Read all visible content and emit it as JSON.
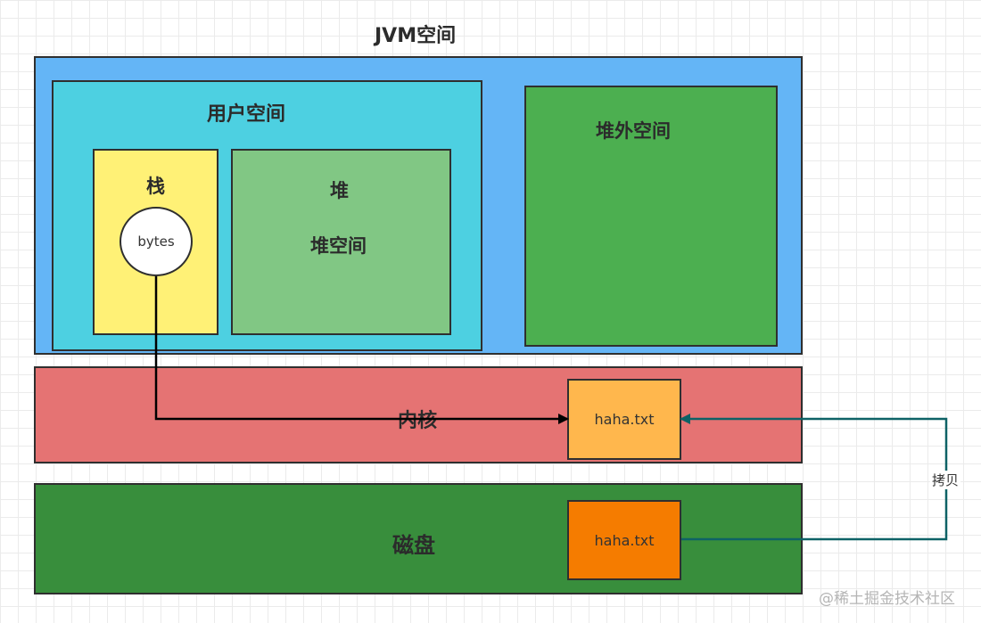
{
  "title": "JVM空间",
  "user_space": {
    "label": "用户空间",
    "stack": {
      "label": "栈",
      "bytes_label": "bytes"
    },
    "heap": {
      "label": "堆",
      "sublabel": "堆空间"
    }
  },
  "off_heap": {
    "label": "堆外空间"
  },
  "kernel": {
    "label": "内核",
    "file": "haha.txt"
  },
  "disk": {
    "label": "磁盘",
    "file": "haha.txt"
  },
  "copy_label": "拷贝",
  "watermark": "@稀土掘金技术社区",
  "colors": {
    "jvm": "#64b5f6",
    "user_space": "#4dd0e1",
    "stack": "#fff176",
    "heap": "#81c784",
    "off_heap": "#4caf50",
    "kernel": "#e57373",
    "disk": "#388e3c",
    "kernel_file": "#ffb74d",
    "disk_file": "#f57c00",
    "copy_arrow": "#0e6266"
  }
}
